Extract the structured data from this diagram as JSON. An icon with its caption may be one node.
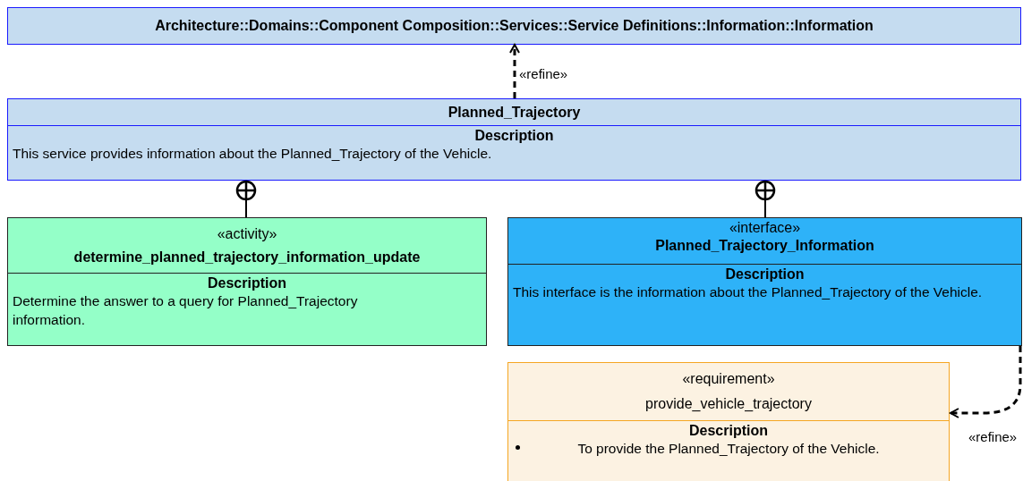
{
  "diagram": {
    "nodes": [
      {
        "text": [
          "Architecture::Domains::Component Composition::Services::Service Definitions::Information::Information"
        ]
      },
      {
        "text": [
          "Planned_Trajectory",
          "Description",
          "This service provides information about the Planned_Trajectory of the Vehicle."
        ]
      },
      {
        "text": [
          "«activity»",
          "determine_planned_trajectory_information_update",
          "Description",
          "Determine the answer to a query for Planned_Trajectory information."
        ]
      },
      {
        "text": [
          "«interface»",
          "Planned_Trajectory_Information",
          "Description",
          "This interface is the information about the Planned_Trajectory of the Vehicle."
        ]
      },
      {
        "text": [
          "«requirement»",
          "provide_vehicle_trajectory",
          "Description",
          "To provide the Planned_Trajectory of the Vehicle."
        ]
      }
    ],
    "edges": [
      {
        "from": 1,
        "to": 0,
        "arrow": "to",
        "style": "dashed",
        "label": "«refine»"
      },
      {
        "from": 2,
        "to": 1,
        "arrow": "other"
      },
      {
        "from": 3,
        "to": 1,
        "arrow": "other"
      },
      {
        "from": 3,
        "to": 4,
        "arrow": "to",
        "style": "dashed",
        "label": "«refine»"
      }
    ]
  }
}
